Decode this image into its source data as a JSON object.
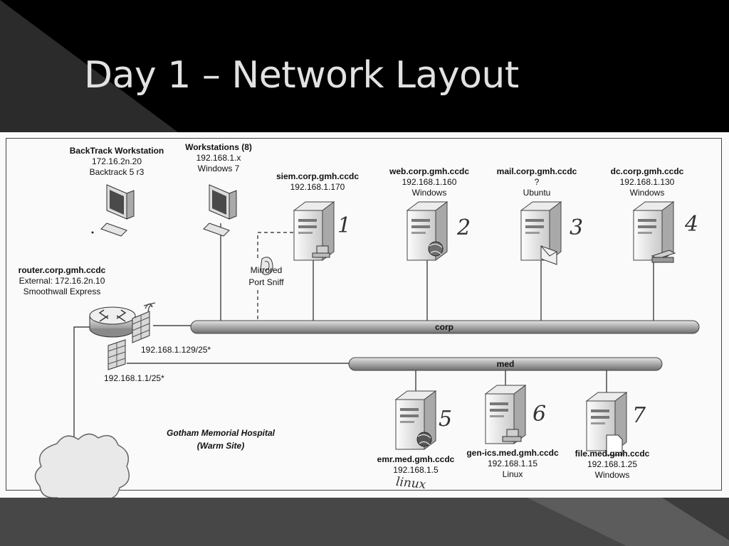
{
  "slide": {
    "title": "Day 1 – Network Layout"
  },
  "nodes": {
    "backtrack": {
      "name": "BackTrack Workstation",
      "ip": "172.16.2n.20",
      "os": "Backtrack 5 r3"
    },
    "workstations": {
      "name": "Workstations (8)",
      "ip": "192.168.1.x",
      "os": "Windows 7"
    },
    "siem": {
      "name": "siem.corp.gmh.ccdc",
      "ip": "192.168.1.170",
      "handnum": "1"
    },
    "web": {
      "name": "web.corp.gmh.ccdc",
      "ip": "192.168.1.160",
      "os": "Windows",
      "handnum": "2"
    },
    "mail": {
      "name": "mail.corp.gmh.ccdc",
      "ip": "?",
      "os": "Ubuntu",
      "handnum": "3"
    },
    "dc": {
      "name": "dc.corp.gmh.ccdc",
      "ip": "192.168.1.130",
      "os": "Windows",
      "handnum": "4"
    },
    "router": {
      "name": "router.corp.gmh.ccdc",
      "external": "External: 172.16.2n.10",
      "os": "Smoothwall Express"
    },
    "emr": {
      "name": "emr.med.gmh.ccdc",
      "ip": "192.168.1.5",
      "handnum": "5",
      "handnote": "linux"
    },
    "genics": {
      "name": "gen-ics.med.gmh.ccdc",
      "ip": "192.168.1.15",
      "os": "Linux",
      "handnum": "6"
    },
    "file": {
      "name": "file.med.gmh.ccdc",
      "ip": "192.168.1.25",
      "os": "Windows",
      "handnum": "7"
    }
  },
  "networks": {
    "corp": {
      "name": "corp",
      "router_ip": "192.168.1.129/25*"
    },
    "med": {
      "name": "med",
      "router_ip": "192.168.1.1/25*"
    }
  },
  "mirror": {
    "line1": "Mirrored",
    "line2": "Port Sniff"
  },
  "site": {
    "line1": "Gotham Memorial Hospital",
    "line2": "(Warm Site)"
  }
}
